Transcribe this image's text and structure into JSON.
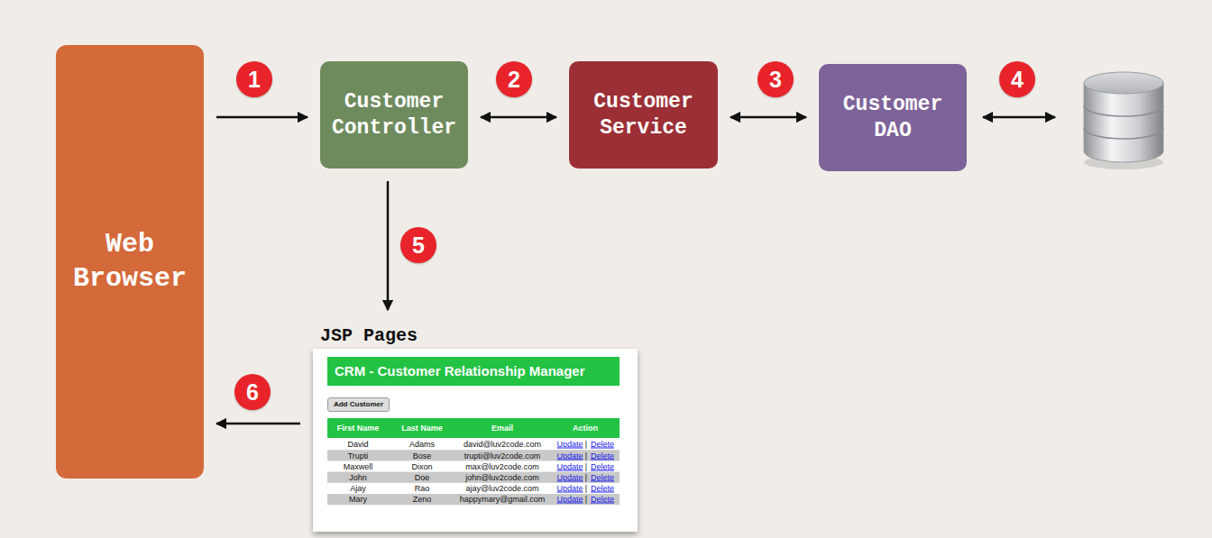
{
  "diagram": {
    "nodes": [
      {
        "text": [
          "Web Browser"
        ]
      },
      {
        "text": [
          "Customer Controller"
        ]
      },
      {
        "text": [
          "Customer Service"
        ]
      },
      {
        "text": [
          "Customer DAO"
        ]
      },
      {
        "text": [
          "JSP Pages"
        ]
      },
      {
        "text": [
          "CRM - Customer Relationship Manager"
        ],
        "in": 4
      },
      {
        "text": [
          "Add Customer"
        ],
        "in": 4
      }
    ],
    "edges": [
      {
        "from": 0,
        "to": 1,
        "arrow": "to"
      },
      {
        "from": 1,
        "to": 2,
        "arrow": "both"
      },
      {
        "from": 2,
        "to": 3,
        "arrow": "both"
      },
      {
        "from": 1,
        "to": 4,
        "arrow": "to"
      },
      {
        "from": 4,
        "to": 0,
        "arrow": "to"
      }
    ],
    "labels": [
      "1",
      "2",
      "3",
      "4",
      "5",
      "6",
      "First Name",
      "Last Name",
      "Email",
      "Action",
      "David",
      "Adams",
      "david@luv2code.com",
      "Update",
      "|",
      "Delete",
      "Trupti",
      "Bose",
      "trupti@luv2code.com",
      "Update",
      "|",
      "Delete",
      "Maxwell",
      "Dixon",
      "max@luv2code.com",
      "Update",
      "|",
      "Delete",
      "John",
      "Doe",
      "john@luv2code.com",
      "Update",
      "|",
      "Delete",
      "Ajay",
      "Rao",
      "ajay@luv2code.com",
      "Update",
      "|",
      "Delete",
      "Mary",
      "Zeno",
      "happymary@gmail.com",
      "Update",
      "|",
      "Delete"
    ]
  }
}
